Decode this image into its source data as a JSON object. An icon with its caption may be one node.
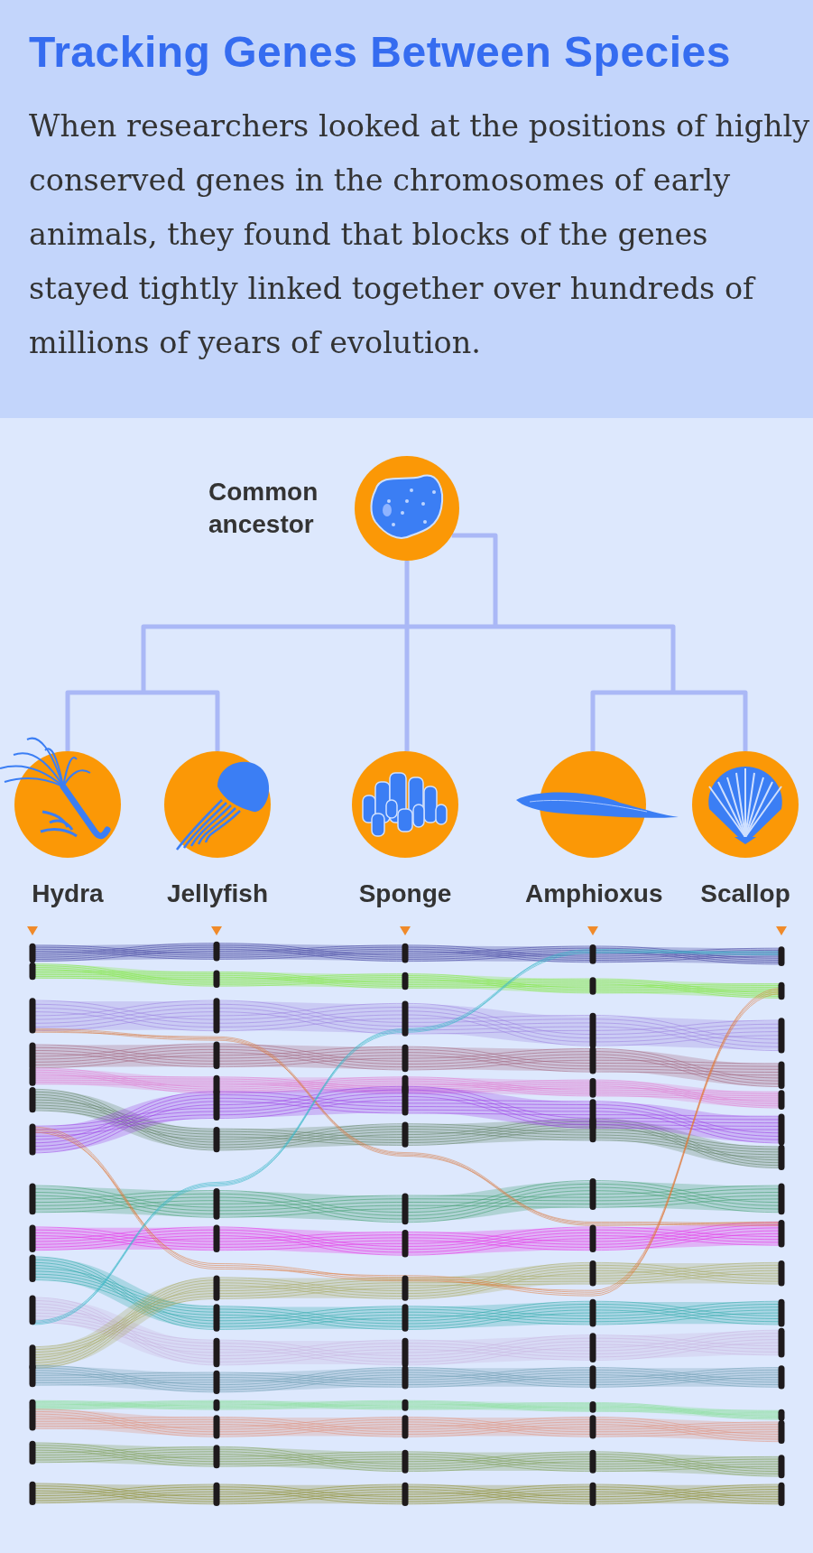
{
  "diagram": {
    "title": "Tracking Genes Between Species",
    "nodes": [
      {
        "text": [
          "Common ancestor"
        ]
      },
      {
        "text": [
          "Hydra"
        ]
      },
      {
        "text": [
          "Jellyfish"
        ]
      },
      {
        "text": [
          "Sponge"
        ]
      },
      {
        "text": [
          "Amphioxus"
        ]
      },
      {
        "text": [
          "Scallop"
        ]
      }
    ],
    "edges": [
      {
        "from": 0,
        "to": 1,
        "arrow": "none"
      },
      {
        "from": 0,
        "to": 2,
        "arrow": "none"
      },
      {
        "from": 0,
        "to": 3,
        "arrow": "none"
      },
      {
        "from": 0,
        "to": 4,
        "arrow": "none"
      },
      {
        "from": 0,
        "to": 5,
        "arrow": "none"
      }
    ],
    "labels": [
      "When researchers looked at the positions of highly conserved genes in the chromosomes of early animals, they found that blocks of the genes stayed tightly linked together over hundreds of millions of years of evolution."
    ]
  }
}
